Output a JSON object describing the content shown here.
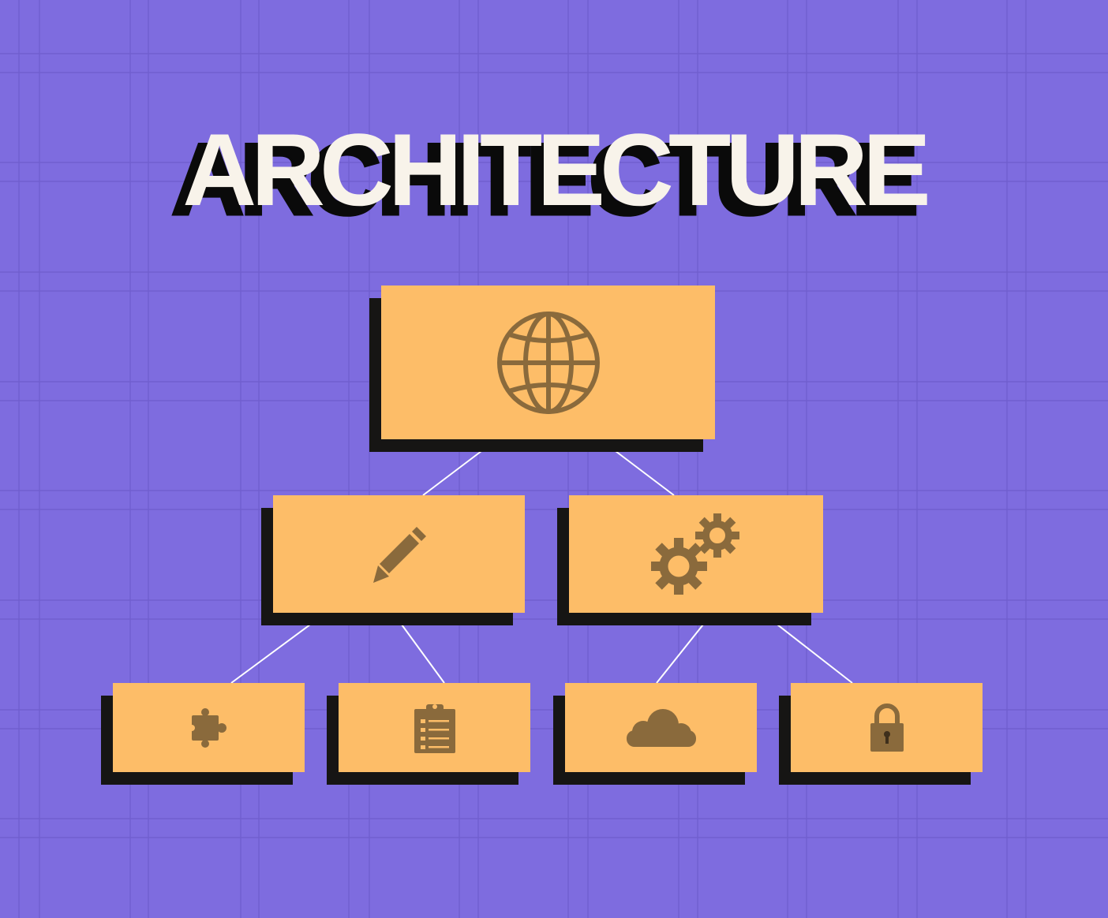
{
  "title": "ARCHITECTURE",
  "colors": {
    "background": "#7E6CDF",
    "grid_line": "#6F5DCC",
    "box_fill": "#FDBD68",
    "box_shadow": "#161514",
    "icon": "#8A6A3C",
    "title_text": "#F8F3EA",
    "title_shadow": "#0A0A0A",
    "connector": "#FFFFFF"
  },
  "diagram": {
    "type": "hierarchy",
    "nodes": [
      {
        "id": "root",
        "icon": "globe-icon"
      },
      {
        "id": "design",
        "icon": "pencil-icon"
      },
      {
        "id": "engine",
        "icon": "gears-icon"
      },
      {
        "id": "plugin",
        "icon": "puzzle-piece-icon"
      },
      {
        "id": "checklist",
        "icon": "clipboard-checklist-icon"
      },
      {
        "id": "cloud",
        "icon": "cloud-icon"
      },
      {
        "id": "security",
        "icon": "padlock-icon"
      }
    ],
    "edges": [
      [
        "root",
        "design"
      ],
      [
        "root",
        "engine"
      ],
      [
        "design",
        "plugin"
      ],
      [
        "design",
        "checklist"
      ],
      [
        "engine",
        "cloud"
      ],
      [
        "engine",
        "security"
      ]
    ]
  }
}
